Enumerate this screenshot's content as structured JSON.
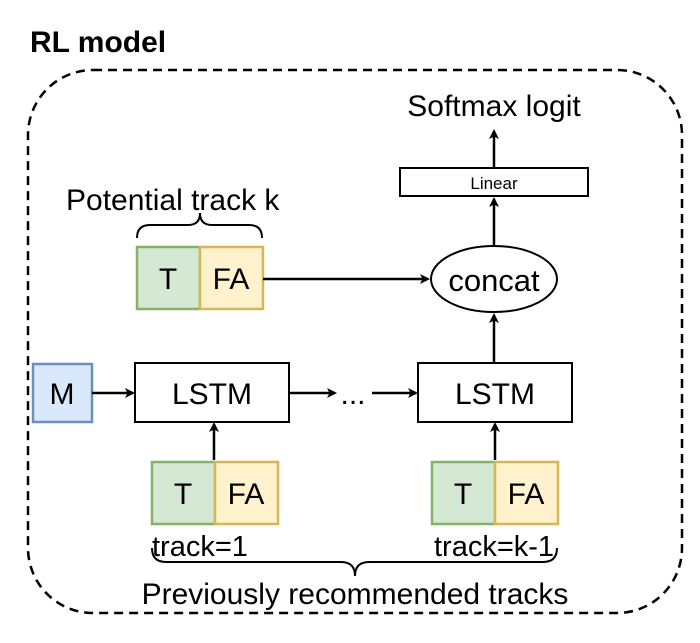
{
  "title": "RL model",
  "output_label": "Softmax logit",
  "linear_label": "Linear",
  "concat_label": "concat",
  "potential_label": "Potential track k",
  "lstm_label": "LSTM",
  "ellipsis": "...",
  "memory_label": "M",
  "track_features": {
    "t": "T",
    "fa": "FA"
  },
  "track_first_label": "track=1",
  "track_last_label": "track=k-1",
  "previous_label": "Previously recommended tracks",
  "colors": {
    "t_fill": "#d5e8d4",
    "t_stroke": "#82b366",
    "fa_fill": "#fff2cc",
    "fa_stroke": "#d6b656",
    "m_fill": "#dae8fc",
    "m_stroke": "#6c8ebf"
  }
}
